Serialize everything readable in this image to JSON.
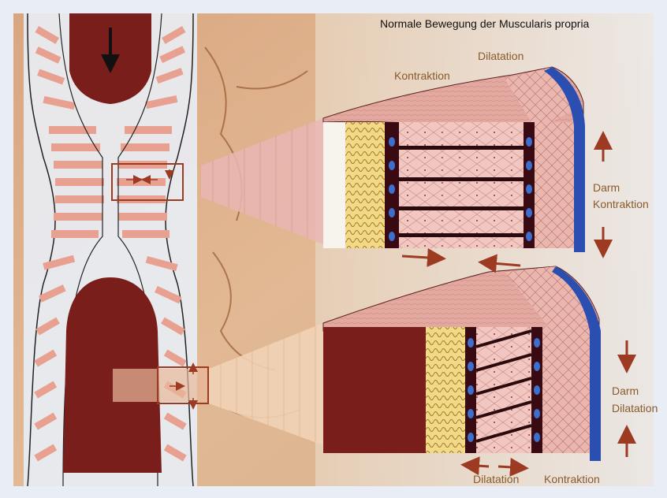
{
  "figure": {
    "title": "Normale Bewegung der Muscularis propria",
    "labels": {
      "top_dilatation": "Dilatation",
      "top_kontraktion": "Kontraktion",
      "darm_kontraktion_line1": "Darm",
      "darm_kontraktion_line2": "Kontraktion",
      "darm_dilatation_line1": "Darm",
      "darm_dilatation_line2": "Dilatation",
      "bottom_dilatation": "Dilatation",
      "bottom_kontraktion": "Kontraktion"
    },
    "colors": {
      "background": "#e9eef6",
      "bolus": "#7a1e1b",
      "muscle_pink": "#e8a999",
      "serosa_blue": "#2a4fb0",
      "mucosa_yellow": "#e8c870",
      "arrow_red": "#9c3a22",
      "label_brown": "#8a5a2b"
    }
  }
}
